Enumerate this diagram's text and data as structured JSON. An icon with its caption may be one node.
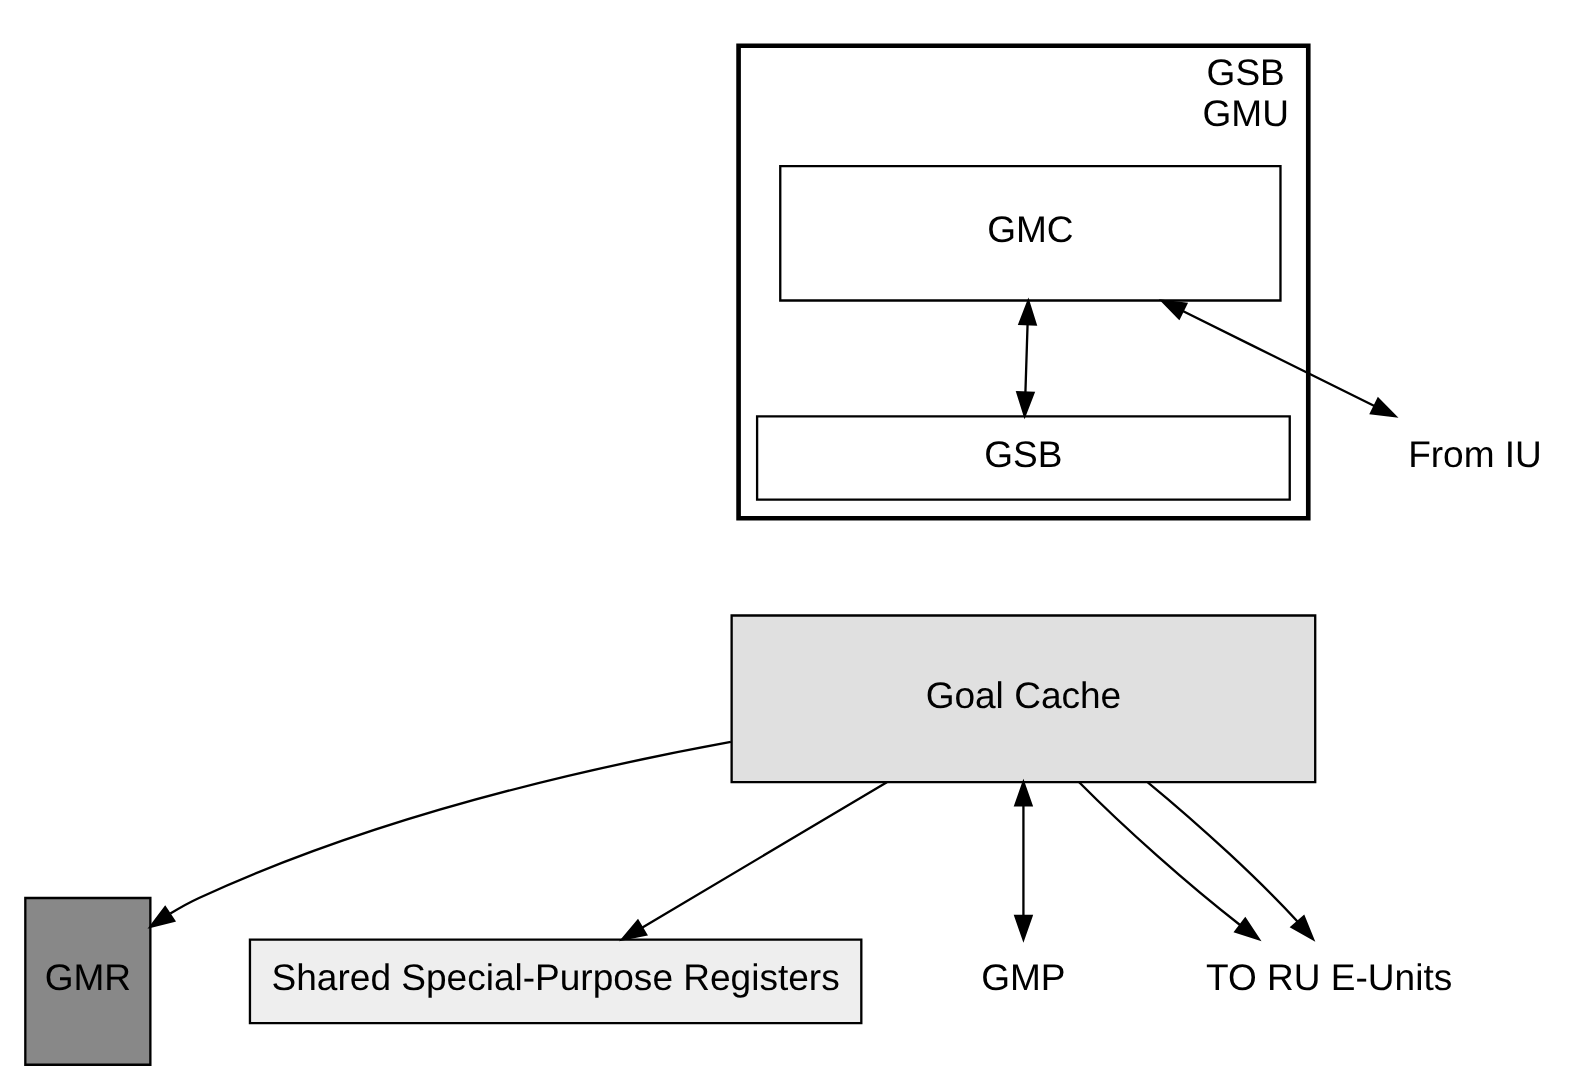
{
  "diagram": {
    "nodes": [
      {
        "text": [
          "GSB",
          "GMU"
        ]
      },
      {
        "text": [
          "GMC"
        ],
        "in": 0
      },
      {
        "text": [
          "GSB"
        ],
        "in": 0
      },
      {
        "text": [
          "From IU"
        ]
      },
      {
        "text": [
          "GMR"
        ]
      },
      {
        "text": [
          "Goal Cache"
        ]
      },
      {
        "text": [
          "Shared Special-Purpose Registers"
        ]
      },
      {
        "text": [
          "GMP"
        ]
      },
      {
        "text": [
          "TO RU E-Units"
        ]
      }
    ],
    "edges": [
      {
        "from": 1,
        "to": 3,
        "arrow": "both"
      },
      {
        "from": 1,
        "to": 2,
        "arrow": "both"
      },
      {
        "from": 5,
        "to": 4,
        "arrow": "to"
      },
      {
        "from": 5,
        "to": 6,
        "arrow": "to"
      },
      {
        "from": 5,
        "to": 8,
        "arrow": "to"
      },
      {
        "from": 5,
        "to": 8,
        "arrow": "to"
      },
      {
        "from": 5,
        "to": 7,
        "arrow": "both"
      }
    ]
  }
}
